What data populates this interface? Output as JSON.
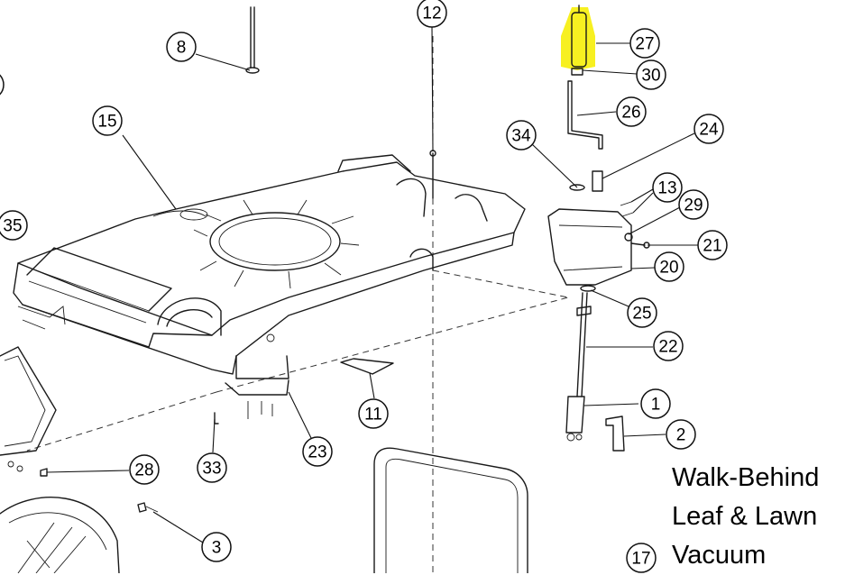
{
  "callouts": [
    "1",
    "2",
    "3",
    "8",
    "11",
    "12",
    "13",
    "15",
    "17",
    "20",
    "21",
    "22",
    "23",
    "24",
    "25",
    "26",
    "27",
    "28",
    "29",
    "30",
    "33",
    "34",
    "35"
  ],
  "caption": {
    "line1": "Walk-Behind",
    "line2": "Leaf & Lawn",
    "line3": "Vacuum"
  },
  "highlight": {
    "part": "27",
    "color": "#f7f021"
  }
}
